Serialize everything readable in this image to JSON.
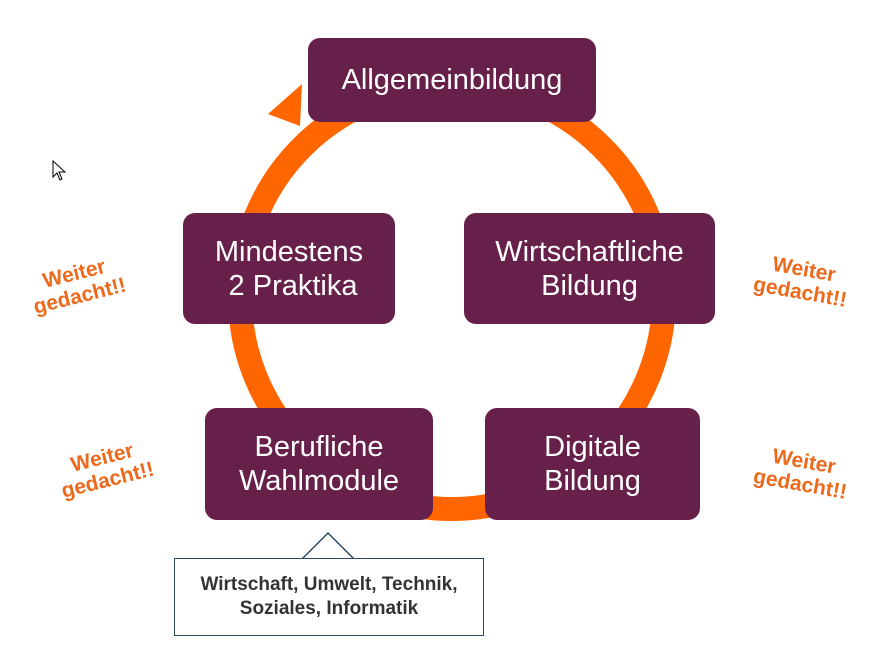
{
  "diagram": {
    "nodes": [
      {
        "id": "allgemeinbildung",
        "lines": [
          "Allgemeinbildung"
        ]
      },
      {
        "id": "wirtschaftliche-bildung",
        "lines": [
          "Wirtschaftliche",
          "Bildung"
        ]
      },
      {
        "id": "digitale-bildung",
        "lines": [
          "Digitale",
          "Bildung"
        ]
      },
      {
        "id": "berufliche-wahlmodule",
        "lines": [
          "Berufliche",
          "Wahlmodule"
        ]
      },
      {
        "id": "mindestens-praktika",
        "lines": [
          "Mindestens",
          " 2 Praktika"
        ]
      }
    ],
    "notes": [
      {
        "lines": [
          "Weiter",
          "gedacht!!"
        ]
      },
      {
        "lines": [
          "Weiter",
          "gedacht!!"
        ]
      },
      {
        "lines": [
          "Weiter",
          "gedacht!!"
        ]
      },
      {
        "lines": [
          "Weiter",
          "gedacht!!"
        ]
      }
    ],
    "callout": {
      "lines": [
        "Wirtschaft, Umwelt, Technik,",
        "Soziales, Informatik"
      ]
    },
    "colors": {
      "node_fill": "#66204a",
      "node_text": "#ffffff",
      "cycle_arrow": "#ff6600",
      "note_text": "#ed6a1c",
      "callout_border": "#2e4a63",
      "callout_text": "#333333"
    }
  }
}
